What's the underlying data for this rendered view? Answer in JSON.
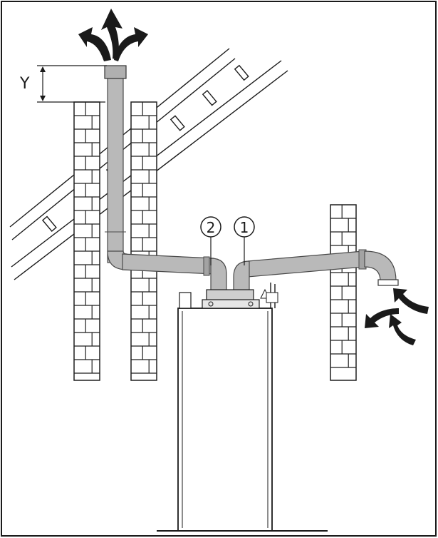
{
  "labels": {
    "dimension_y": "Y",
    "connection_1": "1",
    "connection_2": "2"
  },
  "colors": {
    "frame": "#1a1a1a",
    "pipe_fill": "#b9b9b9",
    "pipe_dark": "#8e8e8e",
    "brick_line": "#1f1f1f",
    "arrow": "#1a1a1a",
    "appliance_fill": "#ffffff"
  },
  "icons": {
    "exhaust": "exhaust-arrows-icon",
    "intake": "air-intake-arrows-icon"
  }
}
